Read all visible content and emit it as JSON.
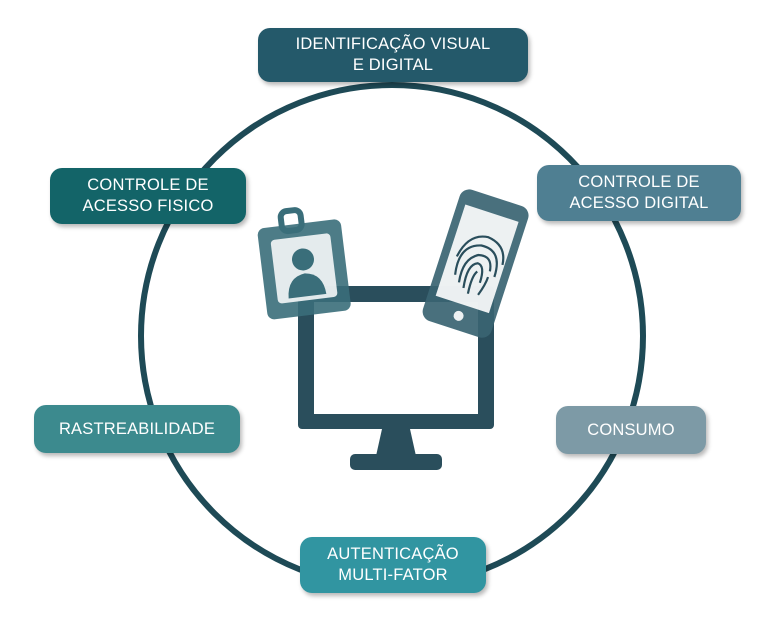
{
  "labels": {
    "top": {
      "line1": "IDENTIFICAÇÃO VISUAL",
      "line2": "E  DIGITAL"
    },
    "fisico": {
      "line1": "CONTROLE DE",
      "line2": "ACESSO FISICO"
    },
    "digital": {
      "line1": "CONTROLE DE",
      "line2": "ACESSO DIGITAL"
    },
    "rastreabilidade": {
      "line1": "RASTREABILIDADE"
    },
    "consumo": {
      "line1": "CONSUMO"
    },
    "autenticacao": {
      "line1": "AUTENTICAÇÃO",
      "line2": "MULTI-FATOR"
    }
  },
  "colors": {
    "ring": "#1e4a56",
    "top_box": "#24596a",
    "fisico_box": "#136468",
    "digital_box": "#4f7f92",
    "rast_box": "#3c8a8e",
    "consumo_box": "#7d9aa6",
    "auth_box": "#3195a1",
    "monitor": "#2a4e5c",
    "badge": "#3a6e7a",
    "phone": "#3a6472"
  },
  "icons": [
    "monitor-icon",
    "id-badge-icon",
    "fingerprint-phone-icon"
  ]
}
